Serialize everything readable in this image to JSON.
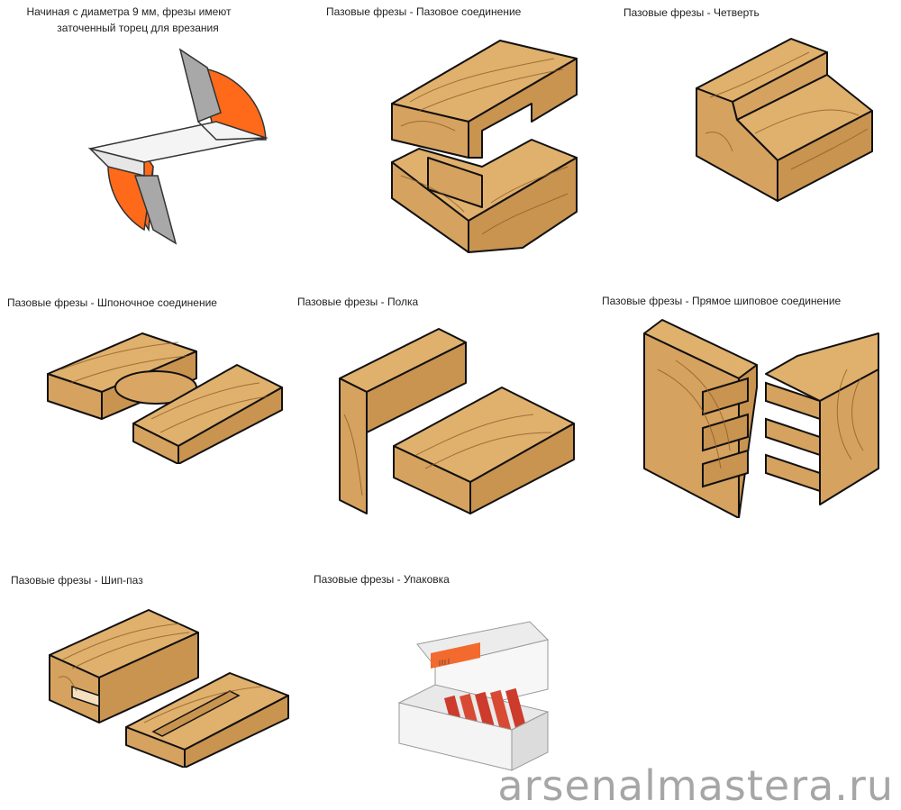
{
  "captions": {
    "c1_line1": "Начиная с диаметра 9 мм, фрезы имеют",
    "c1_line2": "заточенный торец для врезания",
    "c2": "Пазовые фрезы - Пазовое соединение",
    "c3": "Пазовые фрезы - Четверть",
    "c4": "Пазовые фрезы - Шпоночное соединение",
    "c5": "Пазовые фрезы - Полка",
    "c6": "Пазовые фрезы - Прямое шиповое соединение",
    "c7": "Пазовые фрезы - Шип-паз",
    "c8": "Пазовые фрезы - Упаковка"
  },
  "watermark": "arsenalmastera.ru",
  "colors": {
    "wood": "#d6a25f",
    "cutter_orange": "#ff6a1a",
    "blade_gray": "#a8a8a8",
    "box_white": "#f2f2f2",
    "label_orange": "#f26a2e"
  }
}
